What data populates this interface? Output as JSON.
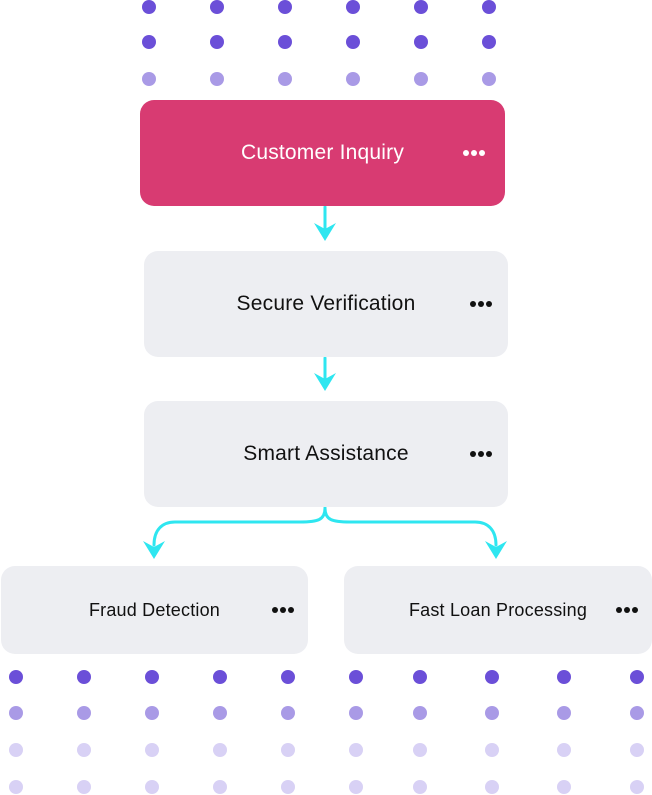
{
  "colors": {
    "primary_node": "#d83b72",
    "secondary_node": "#edeef2",
    "connector": "#2ee6f0",
    "dot_dark": "#6b4fd8",
    "dot_mid": "#a99ae6",
    "dot_light": "#d8d1f5"
  },
  "nodes": [
    {
      "id": "n1",
      "label": "Customer Inquiry",
      "style": "primary",
      "menu_icon": "more-horizontal-icon"
    },
    {
      "id": "n2",
      "label": "Secure Verification",
      "style": "secondary",
      "menu_icon": "more-horizontal-icon"
    },
    {
      "id": "n3",
      "label": "Smart Assistance",
      "style": "secondary",
      "menu_icon": "more-horizontal-icon"
    },
    {
      "id": "n4",
      "label": "Fraud Detection",
      "style": "secondary",
      "menu_icon": "more-horizontal-icon"
    },
    {
      "id": "n5",
      "label": "Fast Loan Processing",
      "style": "secondary",
      "menu_icon": "more-horizontal-icon"
    }
  ],
  "edges": [
    {
      "from": "Customer Inquiry",
      "to": "Secure Verification"
    },
    {
      "from": "Secure Verification",
      "to": "Smart Assistance"
    },
    {
      "from": "Smart Assistance",
      "to": "Fraud Detection"
    },
    {
      "from": "Smart Assistance",
      "to": "Fast Loan Processing"
    }
  ]
}
